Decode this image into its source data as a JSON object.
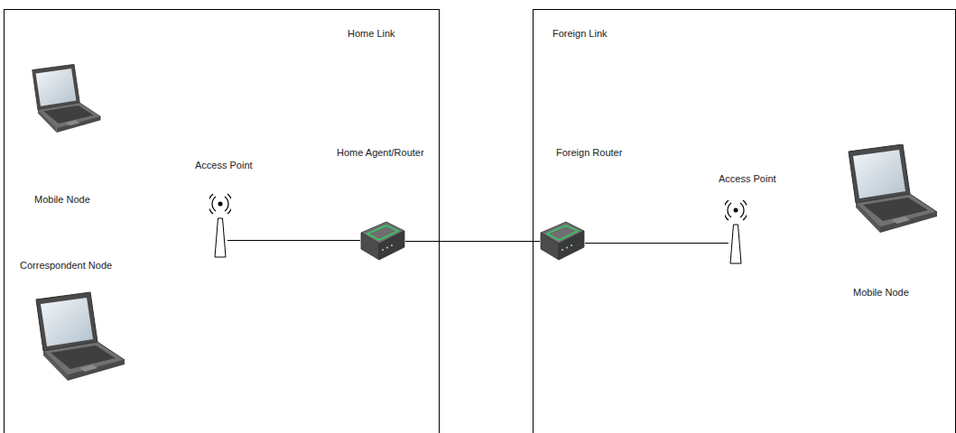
{
  "diagram": {
    "nodes": [
      {
        "text": [
          "Home Link"
        ]
      },
      {
        "text": [
          "Mobile Node"
        ],
        "in": 0
      },
      {
        "text": [
          "Correspondent Node"
        ],
        "in": 0
      },
      {
        "text": [
          "Access Point"
        ],
        "in": 0
      },
      {
        "text": [
          "Home Agent/Router"
        ],
        "in": 0
      },
      {
        "text": [
          "Foreign Link"
        ]
      },
      {
        "text": [
          "Foreign Router"
        ],
        "in": 5
      },
      {
        "text": [
          "Access Point"
        ],
        "in": 5
      },
      {
        "text": [
          "Mobile Node"
        ],
        "in": 5
      }
    ],
    "edges": [
      {
        "from": 3,
        "to": 4,
        "arrow": "none"
      },
      {
        "from": 4,
        "to": 6,
        "arrow": "none"
      },
      {
        "from": 6,
        "to": 7,
        "arrow": "none"
      }
    ]
  }
}
